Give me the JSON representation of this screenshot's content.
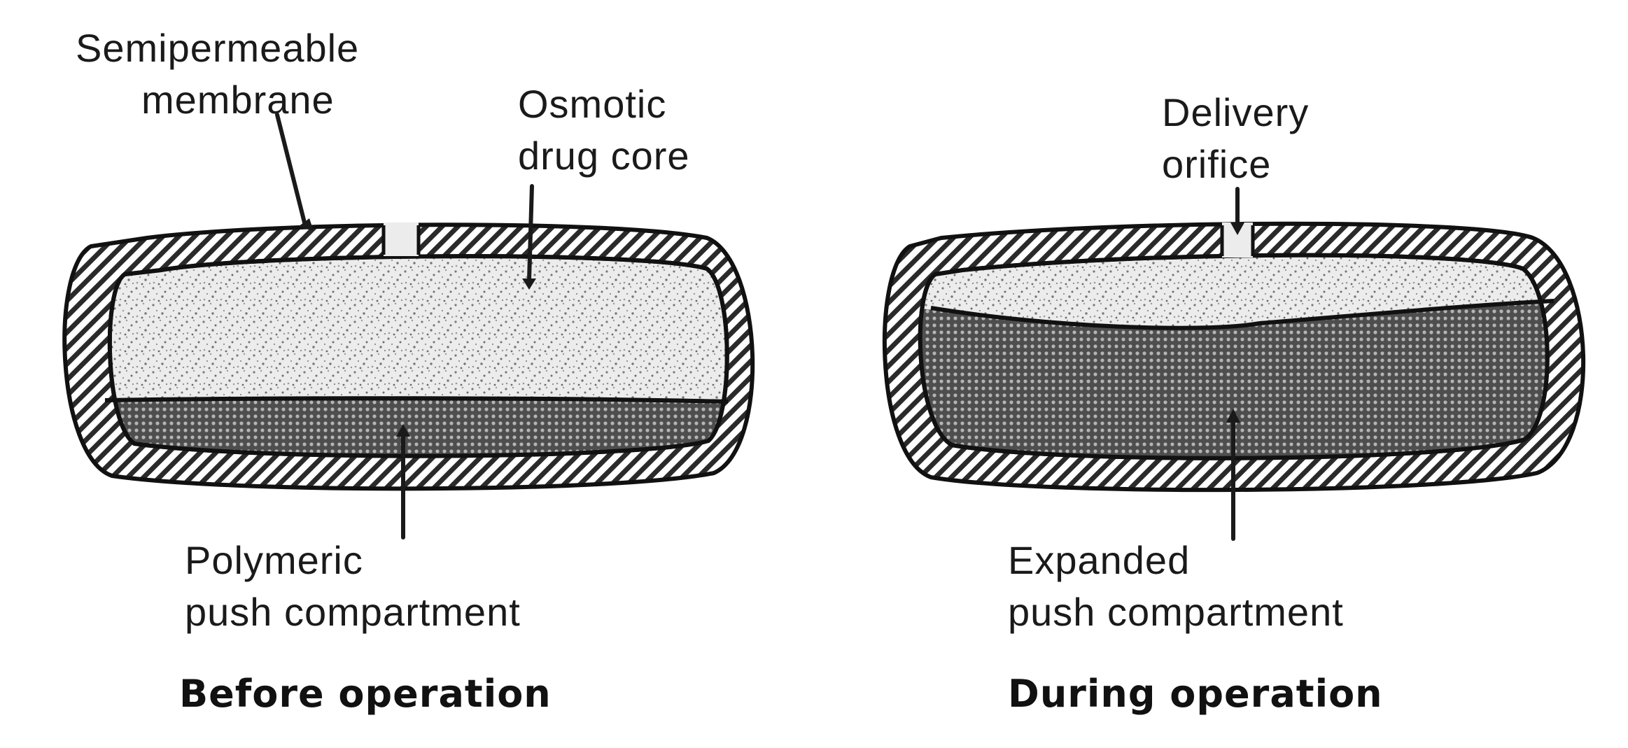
{
  "before": {
    "membrane_label_line1": "Semipermeable",
    "membrane_label_line2": "membrane",
    "core_label_line1": "Osmotic",
    "core_label_line2": "drug core",
    "push_label_line1": "Polymeric",
    "push_label_line2": "push compartment",
    "caption": "Before operation"
  },
  "during": {
    "orifice_label_line1": "Delivery",
    "orifice_label_line2": "orifice",
    "push_label_line1": "Expanded",
    "push_label_line2": "push compartment",
    "caption": "During operation"
  }
}
